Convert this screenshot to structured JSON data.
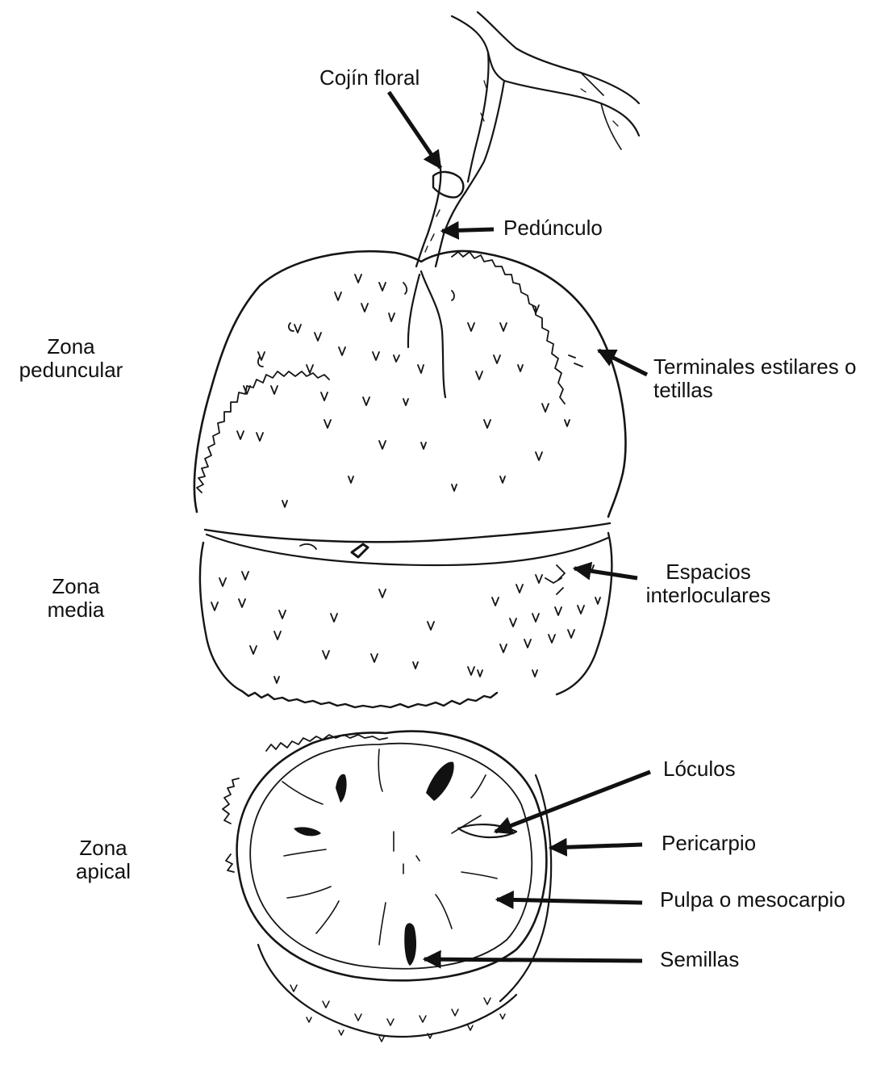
{
  "labels": {
    "cojin_floral": "Cojín floral",
    "pedunculo": "Pedúnculo",
    "terminales_line1": "Terminales estilares o",
    "terminales_line2": "tetillas",
    "espacios_line1": "Espacios",
    "espacios_line2": "interloculares",
    "loculos": "Lóculos",
    "pericarpio": "Pericarpio",
    "pulpa": "Pulpa o mesocarpio",
    "semillas": "Semillas"
  },
  "zones": {
    "peduncular_line1": "Zona",
    "peduncular_line2": "peduncular",
    "media_line1": "Zona",
    "media_line2": "media",
    "apical_line1": "Zona",
    "apical_line2": "apical"
  },
  "colors": {
    "ink": "#111111",
    "background": "#ffffff"
  }
}
